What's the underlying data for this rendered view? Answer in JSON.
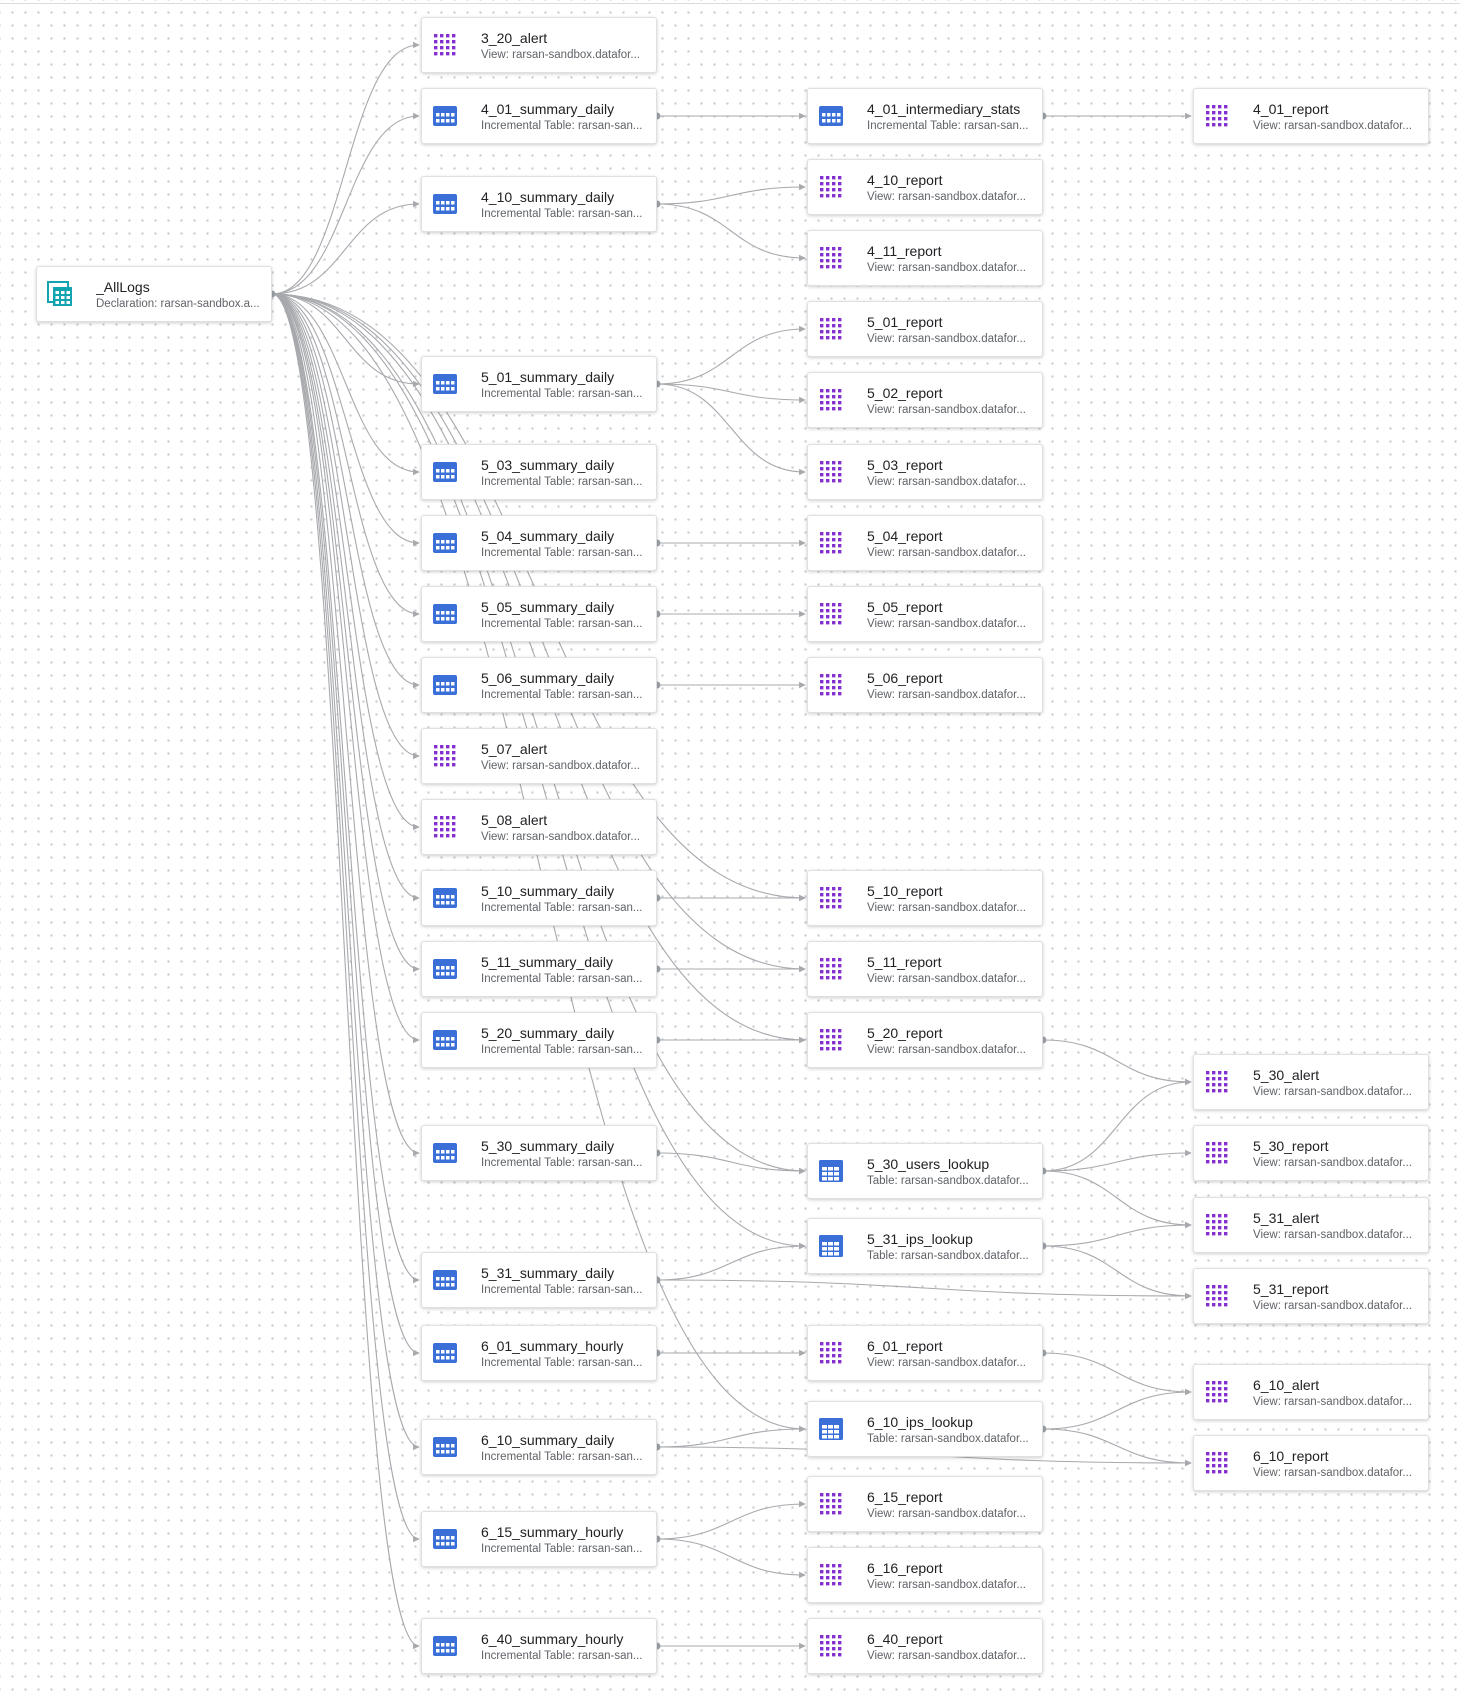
{
  "colors": {
    "view_icon": "#8430ce",
    "table_icon": "#3a6fd8",
    "declaration_icon": "#12a4af",
    "edge": "#a7a9ad"
  },
  "nodes": [
    {
      "id": "alllogs",
      "title": "_AllLogs",
      "subtitle": "Declaration: rarsan-sandbox.a...",
      "icon": "declaration-icon"
    },
    {
      "id": "3_20_alert",
      "title": "3_20_alert",
      "subtitle": "View: rarsan-sandbox.datafor...",
      "icon": "view-icon"
    },
    {
      "id": "4_01_summary_daily",
      "title": "4_01_summary_daily",
      "subtitle": "Incremental Table: rarsan-san...",
      "icon": "incremental-table-icon"
    },
    {
      "id": "4_10_summary_daily",
      "title": "4_10_summary_daily",
      "subtitle": "Incremental Table: rarsan-san...",
      "icon": "incremental-table-icon"
    },
    {
      "id": "5_01_summary_daily",
      "title": "5_01_summary_daily",
      "subtitle": "Incremental Table: rarsan-san...",
      "icon": "incremental-table-icon"
    },
    {
      "id": "5_03_summary_daily",
      "title": "5_03_summary_daily",
      "subtitle": "Incremental Table: rarsan-san...",
      "icon": "incremental-table-icon"
    },
    {
      "id": "5_04_summary_daily",
      "title": "5_04_summary_daily",
      "subtitle": "Incremental Table: rarsan-san...",
      "icon": "incremental-table-icon"
    },
    {
      "id": "5_05_summary_daily",
      "title": "5_05_summary_daily",
      "subtitle": "Incremental Table: rarsan-san...",
      "icon": "incremental-table-icon"
    },
    {
      "id": "5_06_summary_daily",
      "title": "5_06_summary_daily",
      "subtitle": "Incremental Table: rarsan-san...",
      "icon": "incremental-table-icon"
    },
    {
      "id": "5_07_alert",
      "title": "5_07_alert",
      "subtitle": "View: rarsan-sandbox.datafor...",
      "icon": "view-icon"
    },
    {
      "id": "5_08_alert",
      "title": "5_08_alert",
      "subtitle": "View: rarsan-sandbox.datafor...",
      "icon": "view-icon"
    },
    {
      "id": "5_10_summary_daily",
      "title": "5_10_summary_daily",
      "subtitle": "Incremental Table: rarsan-san...",
      "icon": "incremental-table-icon"
    },
    {
      "id": "5_11_summary_daily",
      "title": "5_11_summary_daily",
      "subtitle": "Incremental Table: rarsan-san...",
      "icon": "incremental-table-icon"
    },
    {
      "id": "5_20_summary_daily",
      "title": "5_20_summary_daily",
      "subtitle": "Incremental Table: rarsan-san...",
      "icon": "incremental-table-icon"
    },
    {
      "id": "5_30_summary_daily",
      "title": "5_30_summary_daily",
      "subtitle": "Incremental Table: rarsan-san...",
      "icon": "incremental-table-icon"
    },
    {
      "id": "5_31_summary_daily",
      "title": "5_31_summary_daily",
      "subtitle": "Incremental Table: rarsan-san...",
      "icon": "incremental-table-icon"
    },
    {
      "id": "6_01_summary_hourly",
      "title": "6_01_summary_hourly",
      "subtitle": "Incremental Table: rarsan-san...",
      "icon": "incremental-table-icon"
    },
    {
      "id": "6_10_summary_daily",
      "title": "6_10_summary_daily",
      "subtitle": "Incremental Table: rarsan-san...",
      "icon": "incremental-table-icon"
    },
    {
      "id": "6_15_summary_hourly",
      "title": "6_15_summary_hourly",
      "subtitle": "Incremental Table: rarsan-san...",
      "icon": "incremental-table-icon"
    },
    {
      "id": "6_40_summary_hourly",
      "title": "6_40_summary_hourly",
      "subtitle": "Incremental Table: rarsan-san...",
      "icon": "incremental-table-icon"
    },
    {
      "id": "4_01_intermediary_stats",
      "title": "4_01_intermediary_stats",
      "subtitle": "Incremental Table: rarsan-san...",
      "icon": "incremental-table-icon"
    },
    {
      "id": "4_10_report",
      "title": "4_10_report",
      "subtitle": "View: rarsan-sandbox.datafor...",
      "icon": "view-icon"
    },
    {
      "id": "4_11_report",
      "title": "4_11_report",
      "subtitle": "View: rarsan-sandbox.datafor...",
      "icon": "view-icon"
    },
    {
      "id": "5_01_report",
      "title": "5_01_report",
      "subtitle": "View: rarsan-sandbox.datafor...",
      "icon": "view-icon"
    },
    {
      "id": "5_02_report",
      "title": "5_02_report",
      "subtitle": "View: rarsan-sandbox.datafor...",
      "icon": "view-icon"
    },
    {
      "id": "5_03_report",
      "title": "5_03_report",
      "subtitle": "View: rarsan-sandbox.datafor...",
      "icon": "view-icon"
    },
    {
      "id": "5_04_report",
      "title": "5_04_report",
      "subtitle": "View: rarsan-sandbox.datafor...",
      "icon": "view-icon"
    },
    {
      "id": "5_05_report",
      "title": "5_05_report",
      "subtitle": "View: rarsan-sandbox.datafor...",
      "icon": "view-icon"
    },
    {
      "id": "5_06_report",
      "title": "5_06_report",
      "subtitle": "View: rarsan-sandbox.datafor...",
      "icon": "view-icon"
    },
    {
      "id": "5_10_report",
      "title": "5_10_report",
      "subtitle": "View: rarsan-sandbox.datafor...",
      "icon": "view-icon"
    },
    {
      "id": "5_11_report",
      "title": "5_11_report",
      "subtitle": "View: rarsan-sandbox.datafor...",
      "icon": "view-icon"
    },
    {
      "id": "5_20_report",
      "title": "5_20_report",
      "subtitle": "View: rarsan-sandbox.datafor...",
      "icon": "view-icon"
    },
    {
      "id": "5_30_users_lookup",
      "title": "5_30_users_lookup",
      "subtitle": "Table: rarsan-sandbox.datafor...",
      "icon": "table-icon"
    },
    {
      "id": "5_31_ips_lookup",
      "title": "5_31_ips_lookup",
      "subtitle": "Table: rarsan-sandbox.datafor...",
      "icon": "table-icon"
    },
    {
      "id": "6_01_report",
      "title": "6_01_report",
      "subtitle": "View: rarsan-sandbox.datafor...",
      "icon": "view-icon"
    },
    {
      "id": "6_10_ips_lookup",
      "title": "6_10_ips_lookup",
      "subtitle": "Table: rarsan-sandbox.datafor...",
      "icon": "table-icon"
    },
    {
      "id": "6_15_report",
      "title": "6_15_report",
      "subtitle": "View: rarsan-sandbox.datafor...",
      "icon": "view-icon"
    },
    {
      "id": "6_16_report",
      "title": "6_16_report",
      "subtitle": "View: rarsan-sandbox.datafor...",
      "icon": "view-icon"
    },
    {
      "id": "6_40_report",
      "title": "6_40_report",
      "subtitle": "View: rarsan-sandbox.datafor...",
      "icon": "view-icon"
    },
    {
      "id": "4_01_report",
      "title": "4_01_report",
      "subtitle": "View: rarsan-sandbox.datafor...",
      "icon": "view-icon"
    },
    {
      "id": "5_30_alert",
      "title": "5_30_alert",
      "subtitle": "View: rarsan-sandbox.datafor...",
      "icon": "view-icon"
    },
    {
      "id": "5_30_report",
      "title": "5_30_report",
      "subtitle": "View: rarsan-sandbox.datafor...",
      "icon": "view-icon"
    },
    {
      "id": "5_31_alert",
      "title": "5_31_alert",
      "subtitle": "View: rarsan-sandbox.datafor...",
      "icon": "view-icon"
    },
    {
      "id": "5_31_report",
      "title": "5_31_report",
      "subtitle": "View: rarsan-sandbox.datafor...",
      "icon": "view-icon"
    },
    {
      "id": "6_10_alert",
      "title": "6_10_alert",
      "subtitle": "View: rarsan-sandbox.datafor...",
      "icon": "view-icon"
    },
    {
      "id": "6_10_report",
      "title": "6_10_report",
      "subtitle": "View: rarsan-sandbox.datafor...",
      "icon": "view-icon"
    }
  ],
  "edges": [
    [
      "alllogs",
      "3_20_alert"
    ],
    [
      "alllogs",
      "4_01_summary_daily"
    ],
    [
      "alllogs",
      "4_10_summary_daily"
    ],
    [
      "alllogs",
      "5_01_summary_daily"
    ],
    [
      "alllogs",
      "5_03_summary_daily"
    ],
    [
      "alllogs",
      "5_04_summary_daily"
    ],
    [
      "alllogs",
      "5_05_summary_daily"
    ],
    [
      "alllogs",
      "5_06_summary_daily"
    ],
    [
      "alllogs",
      "5_07_alert"
    ],
    [
      "alllogs",
      "5_08_alert"
    ],
    [
      "alllogs",
      "5_10_summary_daily"
    ],
    [
      "alllogs",
      "5_11_summary_daily"
    ],
    [
      "alllogs",
      "5_20_summary_daily"
    ],
    [
      "alllogs",
      "5_30_summary_daily"
    ],
    [
      "alllogs",
      "5_31_summary_daily"
    ],
    [
      "alllogs",
      "6_01_summary_hourly"
    ],
    [
      "alllogs",
      "6_10_summary_daily"
    ],
    [
      "alllogs",
      "6_15_summary_hourly"
    ],
    [
      "alllogs",
      "6_40_summary_hourly"
    ],
    [
      "alllogs",
      "5_10_report"
    ],
    [
      "alllogs",
      "5_11_report"
    ],
    [
      "alllogs",
      "5_20_report"
    ],
    [
      "alllogs",
      "5_30_users_lookup"
    ],
    [
      "alllogs",
      "5_31_ips_lookup"
    ],
    [
      "alllogs",
      "6_10_ips_lookup"
    ],
    [
      "4_01_summary_daily",
      "4_01_intermediary_stats"
    ],
    [
      "4_01_intermediary_stats",
      "4_01_report"
    ],
    [
      "4_10_summary_daily",
      "4_10_report"
    ],
    [
      "4_10_summary_daily",
      "4_11_report"
    ],
    [
      "5_01_summary_daily",
      "5_01_report"
    ],
    [
      "5_01_summary_daily",
      "5_02_report"
    ],
    [
      "5_01_summary_daily",
      "5_03_report"
    ],
    [
      "5_04_summary_daily",
      "5_04_report"
    ],
    [
      "5_05_summary_daily",
      "5_05_report"
    ],
    [
      "5_06_summary_daily",
      "5_06_report"
    ],
    [
      "5_10_summary_daily",
      "5_10_report"
    ],
    [
      "5_11_summary_daily",
      "5_11_report"
    ],
    [
      "5_20_summary_daily",
      "5_20_report"
    ],
    [
      "5_20_report",
      "5_30_alert"
    ],
    [
      "5_30_summary_daily",
      "5_30_users_lookup"
    ],
    [
      "5_30_users_lookup",
      "5_30_alert"
    ],
    [
      "5_30_users_lookup",
      "5_30_report"
    ],
    [
      "5_30_users_lookup",
      "5_31_alert"
    ],
    [
      "5_31_summary_daily",
      "5_31_ips_lookup"
    ],
    [
      "5_31_summary_daily",
      "5_31_report"
    ],
    [
      "5_31_ips_lookup",
      "5_31_alert"
    ],
    [
      "5_31_ips_lookup",
      "5_31_report"
    ],
    [
      "6_01_summary_hourly",
      "6_01_report"
    ],
    [
      "6_01_report",
      "6_10_alert"
    ],
    [
      "6_10_summary_daily",
      "6_10_ips_lookup"
    ],
    [
      "6_10_summary_daily",
      "6_10_report"
    ],
    [
      "6_10_ips_lookup",
      "6_10_alert"
    ],
    [
      "6_10_ips_lookup",
      "6_10_report"
    ],
    [
      "6_15_summary_hourly",
      "6_15_report"
    ],
    [
      "6_15_summary_hourly",
      "6_16_report"
    ],
    [
      "6_40_summary_hourly",
      "6_40_report"
    ]
  ]
}
